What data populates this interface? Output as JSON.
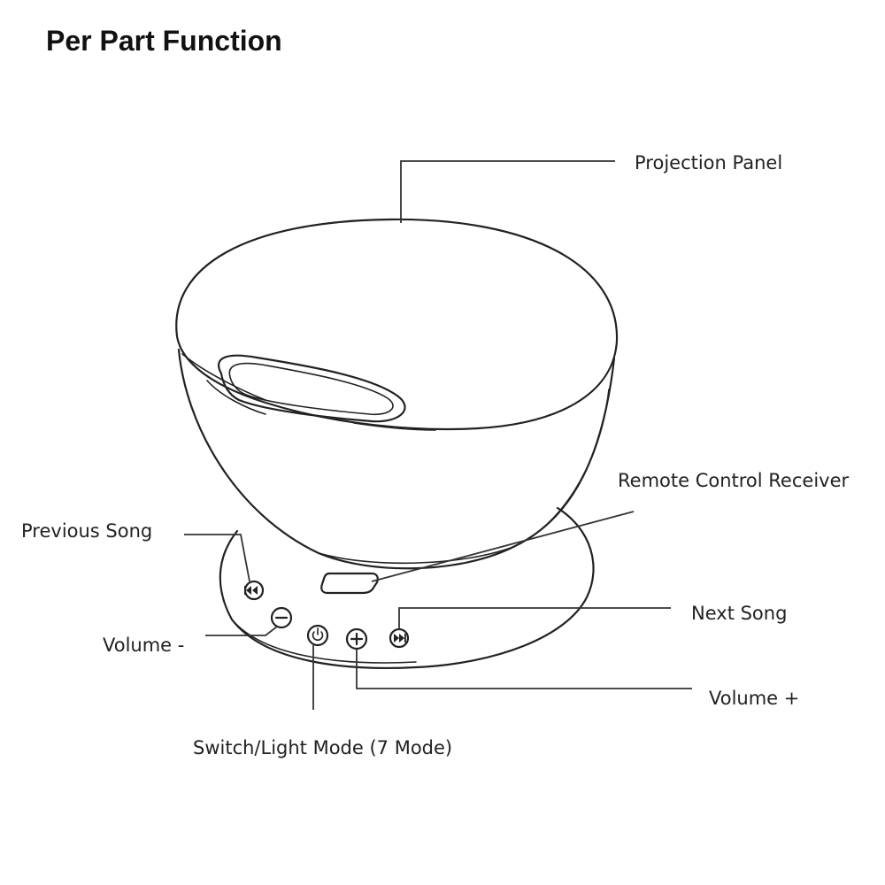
{
  "title": "Per Part Function",
  "labels": {
    "projection_panel": "Projection Panel",
    "remote_control_receiver": "Remote Control Receiver",
    "previous_song": "Previous Song",
    "volume_minus": "Volume -",
    "next_song": "Next Song",
    "volume_plus": "Volume +",
    "switch_light_mode": "Switch/Light Mode (7 Mode)"
  },
  "icons": {
    "previous": "previous-track-icon",
    "volume_minus": "minus-icon",
    "power": "power-icon",
    "volume_plus": "plus-icon",
    "next": "next-track-icon"
  },
  "colors": {
    "line": "#222222",
    "background": "#ffffff"
  }
}
